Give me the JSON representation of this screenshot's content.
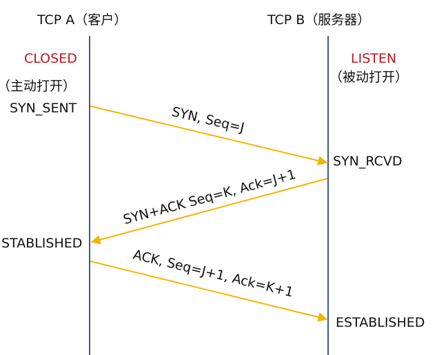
{
  "colors": {
    "lifeline": "#3a5a8c",
    "arrow": "#f4b400",
    "state_red": "#c0151d",
    "text": "#111111"
  },
  "left": {
    "header": "TCP A（客户）",
    "state_initial": "CLOSED",
    "open_mode": "（主动打开）",
    "state_sent": "SYN_SENT",
    "state_established": "STABLISHED"
  },
  "right": {
    "header": "TCP B（服务器）",
    "state_initial": "LISTEN",
    "open_mode": "（被动打开）",
    "state_rcvd": "SYN_RCVD",
    "state_established": "ESTABLISHED"
  },
  "messages": [
    {
      "label": "SYN, Seq=J",
      "direction": "A-to-B"
    },
    {
      "label": "SYN+ACK Seq=K, Ack=J+1",
      "direction": "B-to-A"
    },
    {
      "label": "ACK, Seq=J+1, Ack=K+1",
      "direction": "A-to-B"
    }
  ]
}
